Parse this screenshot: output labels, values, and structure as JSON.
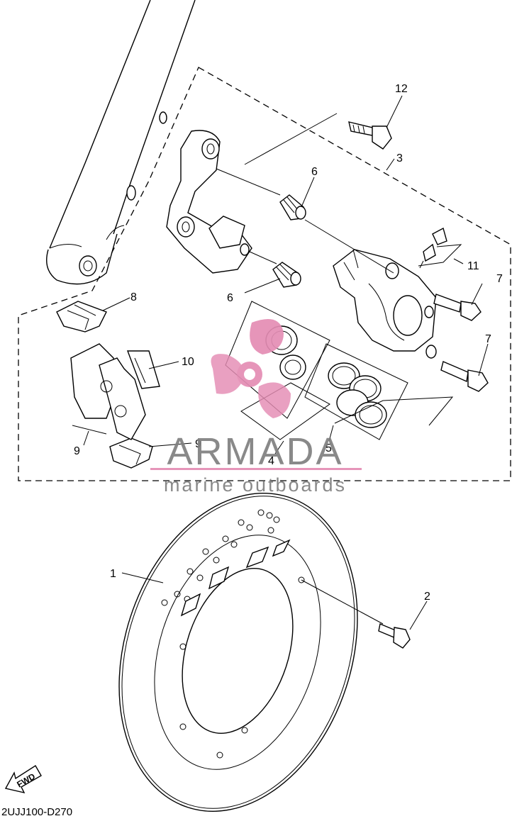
{
  "diagram": {
    "callouts": [
      {
        "id": "c1",
        "text": "1"
      },
      {
        "id": "c2",
        "text": "2"
      },
      {
        "id": "c3",
        "text": "3"
      },
      {
        "id": "c4",
        "text": "4"
      },
      {
        "id": "c5",
        "text": "5"
      },
      {
        "id": "c6a",
        "text": "6"
      },
      {
        "id": "c6b",
        "text": "6"
      },
      {
        "id": "c7a",
        "text": "7"
      },
      {
        "id": "c7b",
        "text": "7"
      },
      {
        "id": "c8",
        "text": "8"
      },
      {
        "id": "c9a",
        "text": "9"
      },
      {
        "id": "c9b",
        "text": "9"
      },
      {
        "id": "c10",
        "text": "10"
      },
      {
        "id": "c11",
        "text": "11"
      },
      {
        "id": "c12",
        "text": "12"
      }
    ],
    "fwd_label": "FWD",
    "diagram_code": "2UJJ100-D270"
  },
  "watermark": {
    "brand": "ARMADA",
    "tagline": "marine outboards",
    "brand_color": "#7f7f7f",
    "accent_color": "#e48db4"
  }
}
